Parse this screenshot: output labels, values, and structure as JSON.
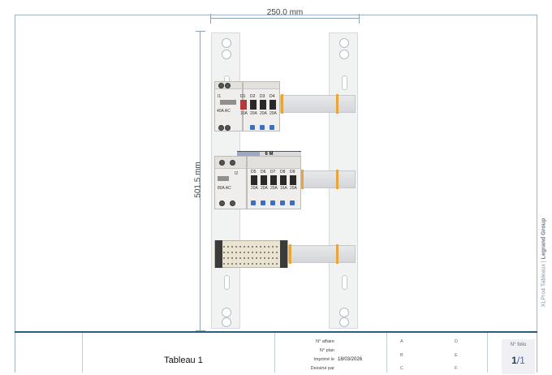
{
  "dimensions": {
    "width_label": "250.0 mm",
    "height_label": "501.5 mm"
  },
  "vendor": {
    "product": "XLPro4 Tableaux | ",
    "brand": "Legrand Group"
  },
  "rows": [
    {
      "breakers": [
        {
          "id": "I1",
          "rating": "40A AC"
        },
        {
          "id": "D1",
          "rating": "10A"
        },
        {
          "id": "D2",
          "rating": "20A"
        },
        {
          "id": "D3",
          "rating": "20A"
        },
        {
          "id": "D4",
          "rating": "20A"
        }
      ]
    },
    {
      "header": "6 M",
      "breakers": [
        {
          "id": "I2",
          "rating": "80A AC"
        },
        {
          "id": "D5",
          "rating": "20A"
        },
        {
          "id": "D6",
          "rating": "20A"
        },
        {
          "id": "D7",
          "rating": "20A"
        },
        {
          "id": "D8",
          "rating": "16A"
        },
        {
          "id": "D9",
          "rating": "20A"
        }
      ]
    }
  ],
  "title_block": {
    "title": "Tableau 1",
    "fields": [
      {
        "key": "N° affaire",
        "value": ""
      },
      {
        "key": "N° plan",
        "value": ""
      },
      {
        "key": "Imprimé le",
        "value": "18/03/2026"
      },
      {
        "key": "Dessiné par",
        "value": ""
      }
    ],
    "grid": [
      "A",
      "B",
      "C",
      "D",
      "E",
      "F"
    ],
    "folio_label": "N° folio",
    "folio_current": "1",
    "folio_total": "/1"
  }
}
